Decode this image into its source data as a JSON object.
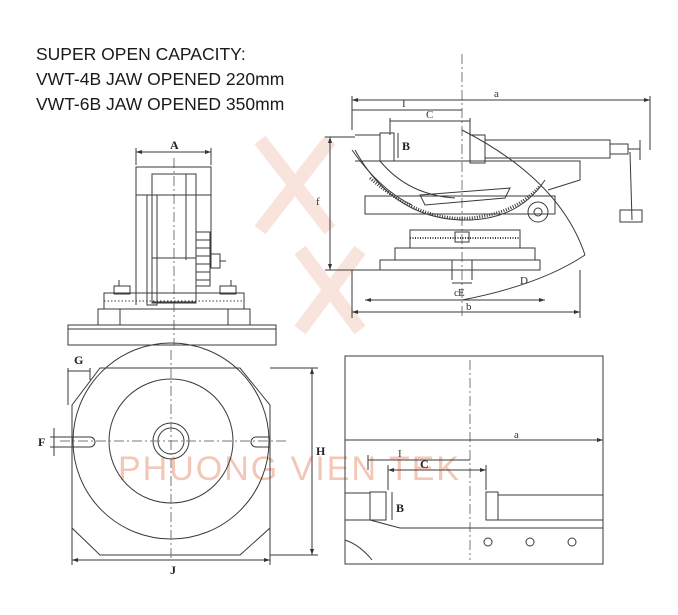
{
  "caption": {
    "heading": "SUPER OPEN CAPACITY:",
    "line1": "VWT-4B JAW OPENED 220mm",
    "line2": "VWT-6B JAW OPENED 350mm"
  },
  "watermark": {
    "text": "PHUONG VIEN TEK",
    "color": "#f3c7b8"
  },
  "front_view": {
    "dim_A": "A"
  },
  "top_view": {
    "dim_G": "G",
    "dim_F": "F",
    "dim_H": "H",
    "dim_J": "J"
  },
  "side_view": {
    "dim_a": "a",
    "dim_I": "I",
    "dim_C": "C",
    "dim_B": "B",
    "dim_f": "f",
    "dim_D": "D",
    "dim_E": "E",
    "dim_c": "c",
    "dim_b": "b"
  },
  "open_view": {
    "dim_a": "a",
    "dim_I": "I",
    "dim_C": "C",
    "dim_B": "B"
  },
  "colors": {
    "line": "#3a3a3a",
    "center_line": "#777777"
  }
}
